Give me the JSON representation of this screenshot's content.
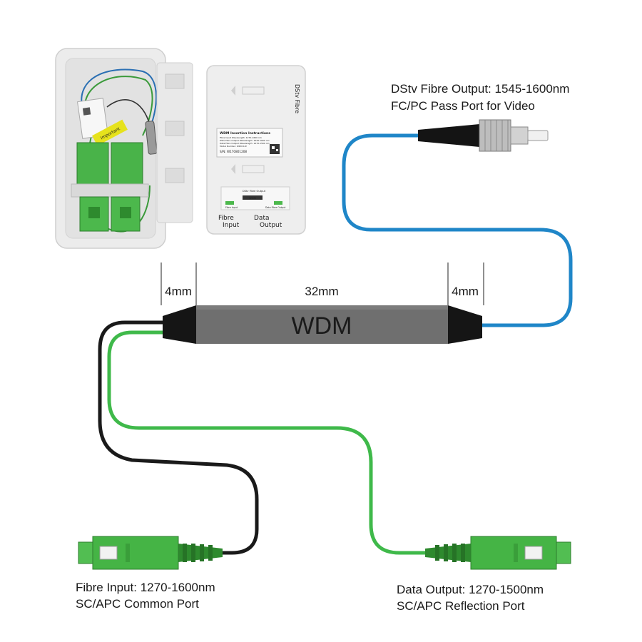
{
  "labels": {
    "fc_line1": "DStv Fibre Output: 1545-1600nm",
    "fc_line2": "FC/PC Pass Port for Video",
    "input_line1": "Fibre Input: 1270-1600nm",
    "input_line2": "SC/APC Common Port",
    "data_line1": "Data Output: 1270-1500nm",
    "data_line2": "SC/APC Reflection Port"
  },
  "dimensions": {
    "left": "4mm",
    "middle": "32mm",
    "right": "4mm"
  },
  "wdm_label": "WDM",
  "box_lid": {
    "brand": "DStv Fibre",
    "title": "WDM Insertion Instructions",
    "spec1": "Fibre Input Wavelength: 1270-1600 nm",
    "spec2": "DStv Fibre Output Wavelength: 1545-1600 nm",
    "spec3": "Data Fibre Output Wavelength: 1270-1500 nm",
    "spec4": "Model Number: WDM-1W",
    "serial": "S/N: W170801208",
    "diag_top": "DStv Fibre Output",
    "diag_mid": "WDM",
    "diag_left": "Fibre Input",
    "diag_right": "Data Fibre Output",
    "port_left_1": "Fibre",
    "port_left_2": "Input",
    "port_right_1": "Data",
    "port_right_2": "Output"
  },
  "box_base": {
    "sticker": "Important"
  },
  "colors": {
    "blue_fibre": "#1f86c8",
    "green_fibre": "#3fb94a",
    "black_fibre": "#1a1a1a",
    "wdm_body": "#6f6f6f",
    "sc_connector": "#45b445"
  }
}
